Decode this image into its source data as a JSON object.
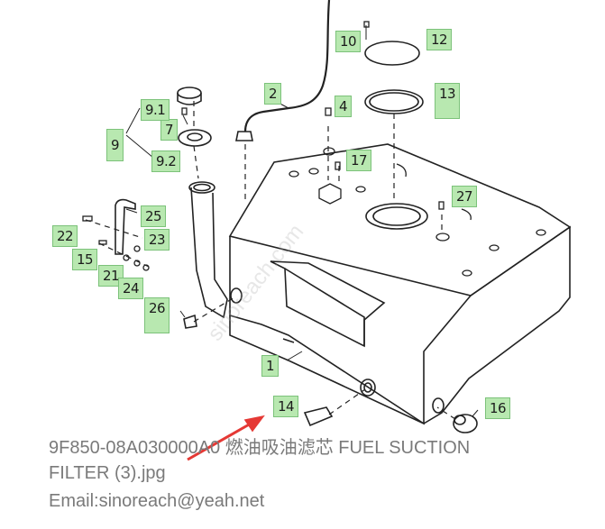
{
  "callouts": {
    "c1": "1",
    "c2": "2",
    "c4": "4",
    "c7": "7",
    "c9": "9",
    "c9_1": "9.1",
    "c9_2": "9.2",
    "c10": "10",
    "c12": "12",
    "c13": "13",
    "c14": "14",
    "c15": "15",
    "c16": "16",
    "c17": "17",
    "c21": "21",
    "c22": "22",
    "c23": "23",
    "c24": "24",
    "c25": "25",
    "c26": "26",
    "c27": "27"
  },
  "caption": {
    "line1": "9F850-08A030000A0 燃油吸油滤芯 FUEL SUCTION",
    "line2": "FILTER (3).jpg",
    "line3": "Email:sinoreach@yeah.net"
  },
  "watermark": "sinoreach.com",
  "colors": {
    "line": "#222222",
    "callout_bg": "#b8e8b0",
    "arrow": "#e53935",
    "caption": "#7a7a7a"
  }
}
